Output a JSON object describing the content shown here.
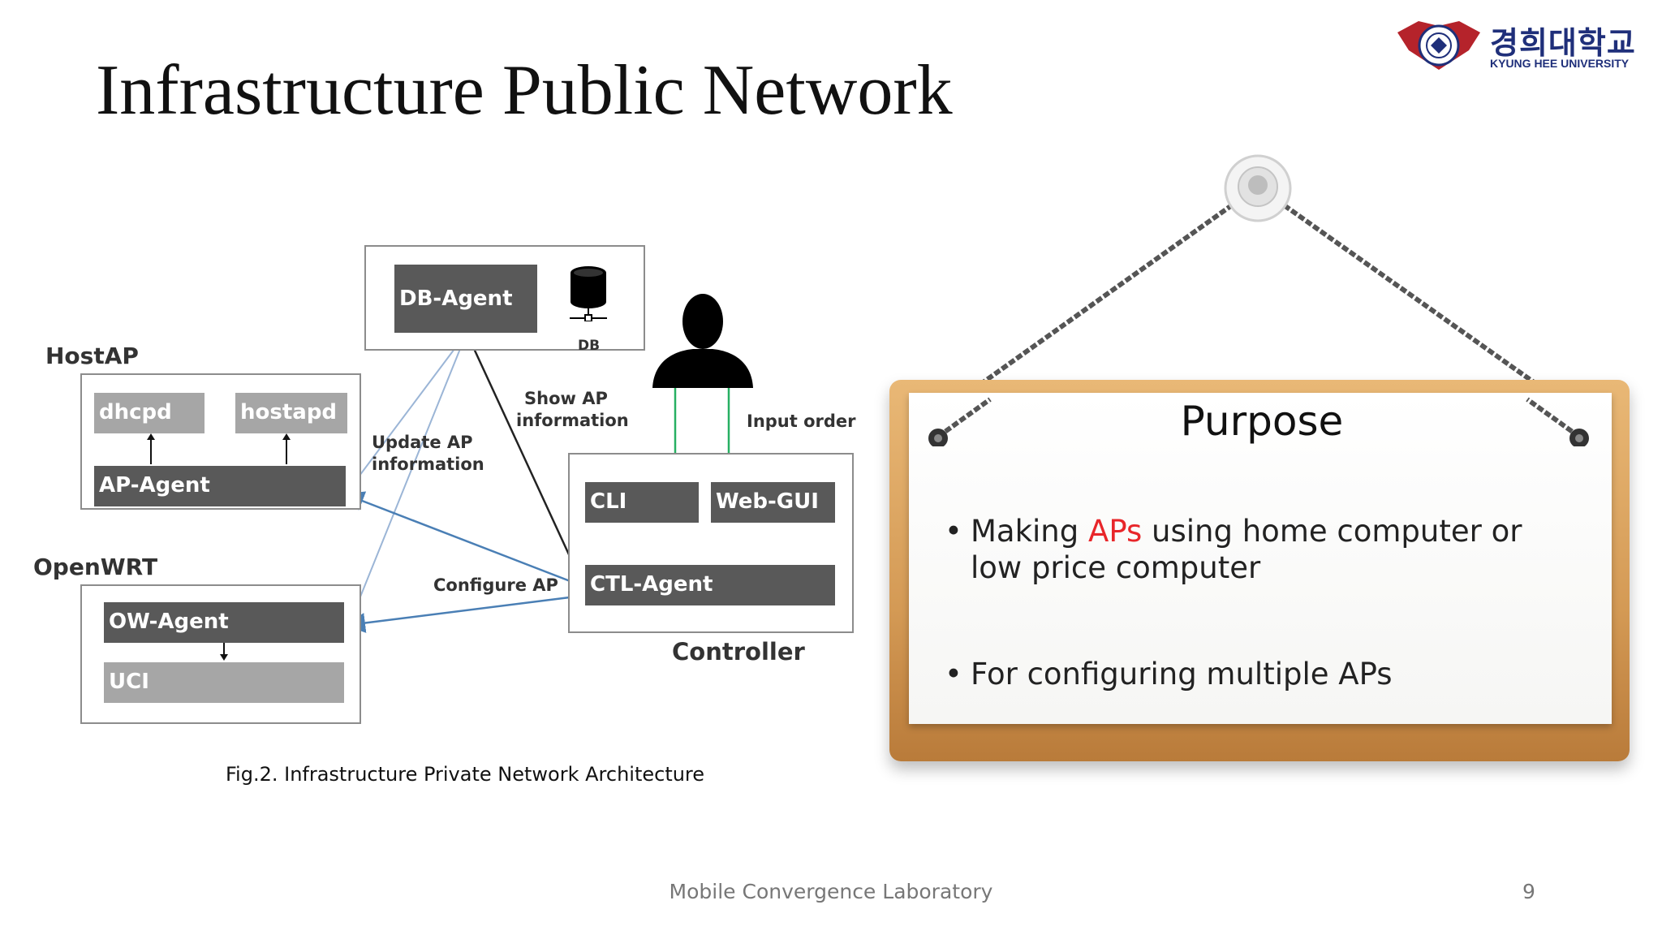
{
  "title": "Infrastructure Public Network",
  "logo": {
    "korean_name": "경희대학교",
    "english_name": "KYUNG HEE UNIVERSITY"
  },
  "diagram": {
    "db_agent": "DB-Agent",
    "db_label": "DB",
    "hostap_title": "HostAP",
    "dhcpd": "dhcpd",
    "hostapd": "hostapd",
    "ap_agent": "AP-Agent",
    "openwrt_title": "OpenWRT",
    "ow_agent": "OW-Agent",
    "uci": "UCI",
    "update_ap_line1": "Update AP",
    "update_ap_line2": "information",
    "show_ap_line1": "Show AP",
    "show_ap_line2": "information",
    "input_order": "Input order",
    "cli": "CLI",
    "web_gui": "Web-GUI",
    "ctl_agent": "CTL-Agent",
    "configure_ap": "Configure AP",
    "controller_title": "Controller"
  },
  "figure_caption": "Fig.2. Infrastructure Private Network Architecture",
  "board": {
    "title": "Purpose",
    "bullet1_pre": "Making ",
    "bullet1_highlight": "APs",
    "bullet1_post": " using home computer or",
    "bullet1_line2": "low price computer",
    "bullet2": "For configuring multiple APs",
    "bullet_symbol": "•"
  },
  "footer": "Mobile Convergence Laboratory",
  "page_number": "9",
  "colors": {
    "highlight": "#e8262a",
    "dark_box": "#595959",
    "light_box": "#a6a6a6",
    "green_arrow": "#27b062",
    "blue_arrow": "#4a7fb5",
    "logo_blue": "#1f2f7a",
    "logo_red": "#b5232b"
  }
}
